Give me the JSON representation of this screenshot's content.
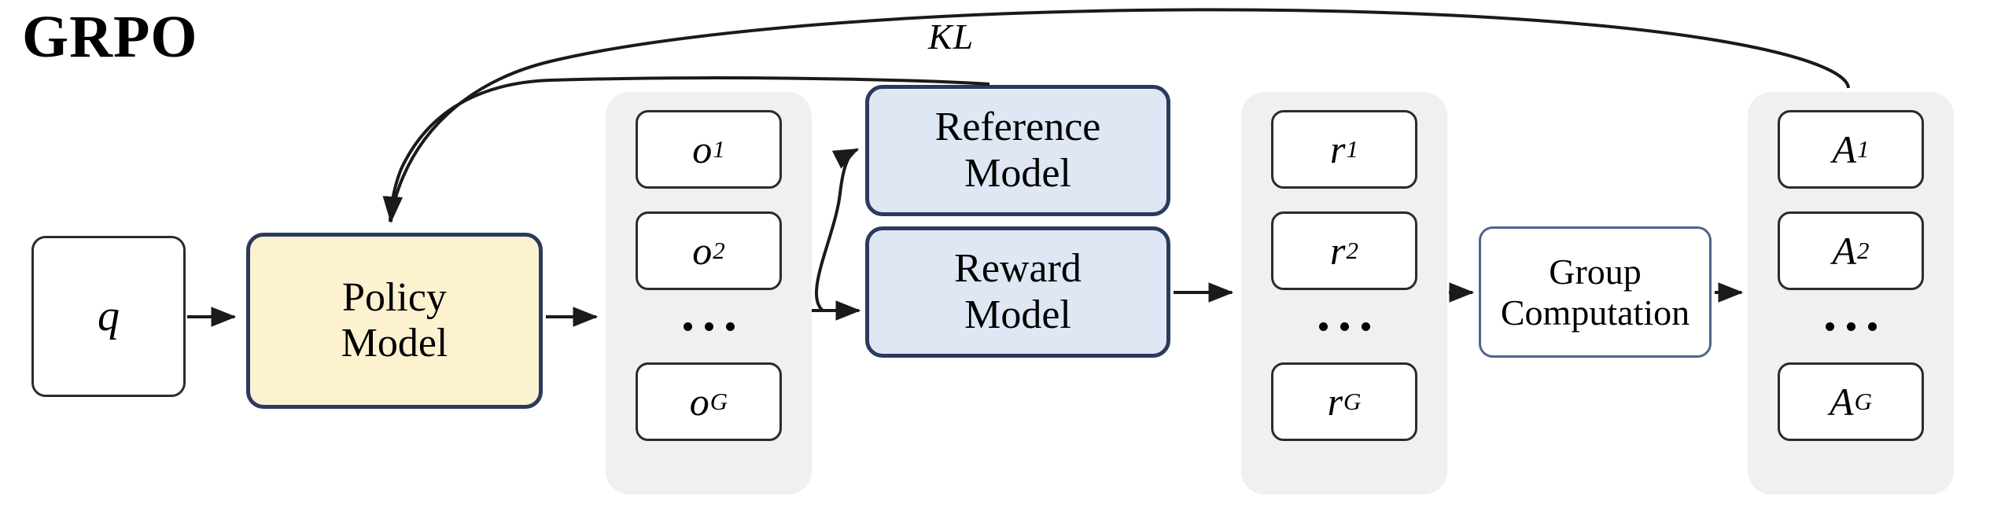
{
  "diagram": {
    "title": "GRPO",
    "kl_label": "KL",
    "colors": {
      "policy_fill": "#fcf2d0",
      "model_fill": "#dee7f3",
      "node_border": "#2b3b5e",
      "group_fill": "#f0f0f0",
      "plain_border": "#2b2b2b",
      "outline_border": "#51638c",
      "edge": "#1a1a1a",
      "background": "#ffffff"
    },
    "nodes": {
      "query": {
        "label": "q"
      },
      "policy_model": {
        "line1": "Policy",
        "line2": "Model"
      },
      "reference_model": {
        "line1": "Reference",
        "line2": "Model"
      },
      "reward_model": {
        "line1": "Reward",
        "line2": "Model"
      },
      "group_computation": {
        "line1": "Group",
        "line2": "Computation"
      }
    },
    "columns": [
      {
        "name": "outputs",
        "symbol": "o",
        "items": [
          {
            "base": "o",
            "sub": "1"
          },
          {
            "base": "o",
            "sub": "2"
          },
          {
            "base": "o",
            "sub": "G"
          }
        ],
        "ellipsis": "• • •"
      },
      {
        "name": "rewards",
        "symbol": "r",
        "items": [
          {
            "base": "r",
            "sub": "1"
          },
          {
            "base": "r",
            "sub": "2"
          },
          {
            "base": "r",
            "sub": "G"
          }
        ],
        "ellipsis": "• • •"
      },
      {
        "name": "advantages",
        "symbol": "A",
        "items": [
          {
            "base": "A",
            "sub": "1"
          },
          {
            "base": "A",
            "sub": "2"
          },
          {
            "base": "A",
            "sub": "G"
          }
        ],
        "ellipsis": "• • •"
      }
    ],
    "edges": [
      {
        "from": "query",
        "to": "policy_model",
        "style": "straight-arrow"
      },
      {
        "from": "policy_model",
        "to": "outputs",
        "style": "straight-arrow"
      },
      {
        "from": "outputs",
        "to": "reference_model",
        "style": "curved-arrow"
      },
      {
        "from": "outputs",
        "to": "reward_model",
        "style": "straight-arrow"
      },
      {
        "from": "reward_model",
        "to": "rewards",
        "style": "straight-arrow"
      },
      {
        "from": "rewards",
        "to": "group_computation",
        "style": "straight-arrow"
      },
      {
        "from": "group_computation",
        "to": "advantages",
        "style": "straight-arrow"
      },
      {
        "from": "reference_model",
        "to": "policy_model",
        "style": "long-curve",
        "label": "KL"
      },
      {
        "from": "advantages",
        "to": "policy_model",
        "style": "long-curve"
      }
    ]
  }
}
